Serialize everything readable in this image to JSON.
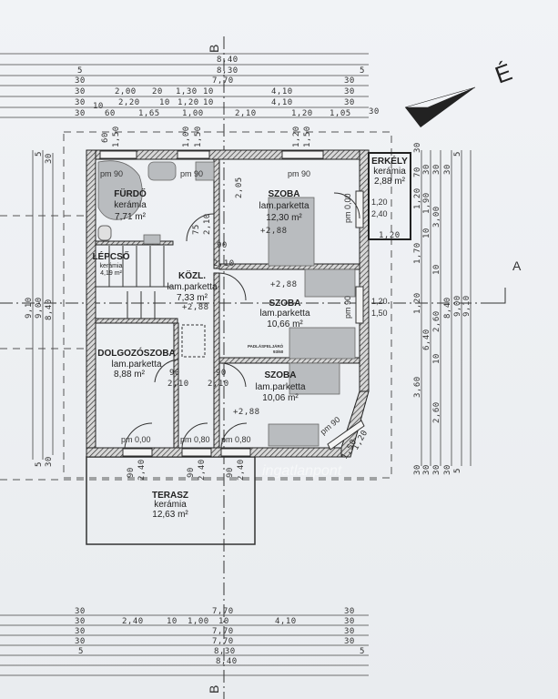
{
  "compass": {
    "north_label": "É"
  },
  "section_marks": {
    "b_top": "B",
    "b_bottom": "B",
    "a_right": "A"
  },
  "watermark": "ingatlanpont",
  "rooms": {
    "furdo": {
      "name": "FÜRDŐ",
      "floor": "kerámia",
      "area": "7,71 m²"
    },
    "lepcso": {
      "name": "LÉPCSŐ",
      "floor": "kerámia",
      "area": "4,19 m²"
    },
    "kozl": {
      "name": "KÖZL.",
      "floor": "lam.parketta",
      "area": "7,33 m²"
    },
    "szoba1": {
      "name": "SZOBA",
      "floor": "lam.parketta",
      "area": "12,30 m²"
    },
    "szoba2": {
      "name": "SZOBA",
      "floor": "lam.parketta",
      "area": "10,66 m²"
    },
    "szoba3": {
      "name": "SZOBA",
      "floor": "lam.parketta",
      "area": "10,06 m²"
    },
    "dolgozo": {
      "name": "DOLGOZÓSZOBA",
      "floor": "lam.parketta",
      "area": "8,88 m²"
    },
    "erkely": {
      "name": "ERKÉLY",
      "floor": "kerámia",
      "area": "2,88 m²"
    },
    "terasz": {
      "name": "TERASZ",
      "floor": "kerámia",
      "area": "12,63 m²"
    }
  },
  "levels": {
    "szoba1": "+2,88",
    "szoba2": "+2,88",
    "kozl": "+2,88",
    "szoba3": "+2,88"
  },
  "sills": {
    "furdo1": "pm 90",
    "furdo2": "pm 90",
    "szoba1_top": "pm 90",
    "szoba1_side": "pm 0,00",
    "szoba2_side": "pm 90",
    "szoba3_corner": "pm 90",
    "dolgozo_door": "pm 0,00",
    "kamra_door": "pm 0,80",
    "szoba3_door": "pm 0,80"
  },
  "hatch_label": {
    "name": "PADLÁSFELJÁRÓ",
    "size": "93/60"
  },
  "openings": {
    "top": [
      "60",
      "1,50",
      "1,00",
      "1,50",
      "1,20",
      "1,50"
    ],
    "doors": [
      "75",
      "2,10",
      "90",
      "2,10",
      "90",
      "2,10",
      "90",
      "2,10",
      "2,05"
    ],
    "terrace": [
      "90",
      "2,40",
      "90",
      "2,40",
      "90",
      "2,40"
    ],
    "erkely": [
      "1,20",
      "2,40",
      "1,20"
    ],
    "side": [
      "1,20",
      "1,50"
    ],
    "corner": [
      "1,20",
      "1,50"
    ]
  },
  "dims_top": [
    [
      "8,40"
    ],
    [
      "5",
      "8,30",
      "5"
    ],
    [
      "30",
      "7,70",
      "30"
    ],
    [
      "30",
      "2,00",
      "20",
      "1,30",
      "10",
      "4,10",
      "30"
    ],
    [
      "30",
      "10",
      "2,20",
      "10",
      "1,20",
      "10",
      "4,10",
      "30"
    ],
    [
      "30",
      "60",
      "1,65",
      "1,00",
      "2,10",
      "1,20",
      "1,05",
      "30"
    ]
  ],
  "dims_bottom": [
    [
      "30",
      "7,70",
      "30"
    ],
    [
      "30",
      "2,40",
      "10",
      "1,00",
      "10",
      "4,10",
      "30"
    ],
    [
      "30",
      "7,70",
      "30"
    ],
    [
      "30",
      "7,70",
      "30"
    ],
    [
      "5",
      "8,30",
      "5"
    ],
    [
      "8,40"
    ]
  ],
  "dims_right": [
    [
      "30",
      "70",
      "1,20",
      "1,70",
      "1,20",
      "3,60",
      "30"
    ],
    [
      "30",
      "1,90",
      "10",
      "6,40",
      "30"
    ],
    [
      "30",
      "3,00",
      "10",
      "2,60",
      "10",
      "2,60",
      "30"
    ],
    [
      "30",
      "8,40",
      "30"
    ],
    [
      "5",
      "9,00",
      "5"
    ],
    [
      "9,10"
    ]
  ],
  "dims_left": [
    [
      "9,10"
    ],
    [
      "5",
      "9,00",
      "5"
    ],
    [
      "30",
      "8,40",
      "30"
    ]
  ]
}
